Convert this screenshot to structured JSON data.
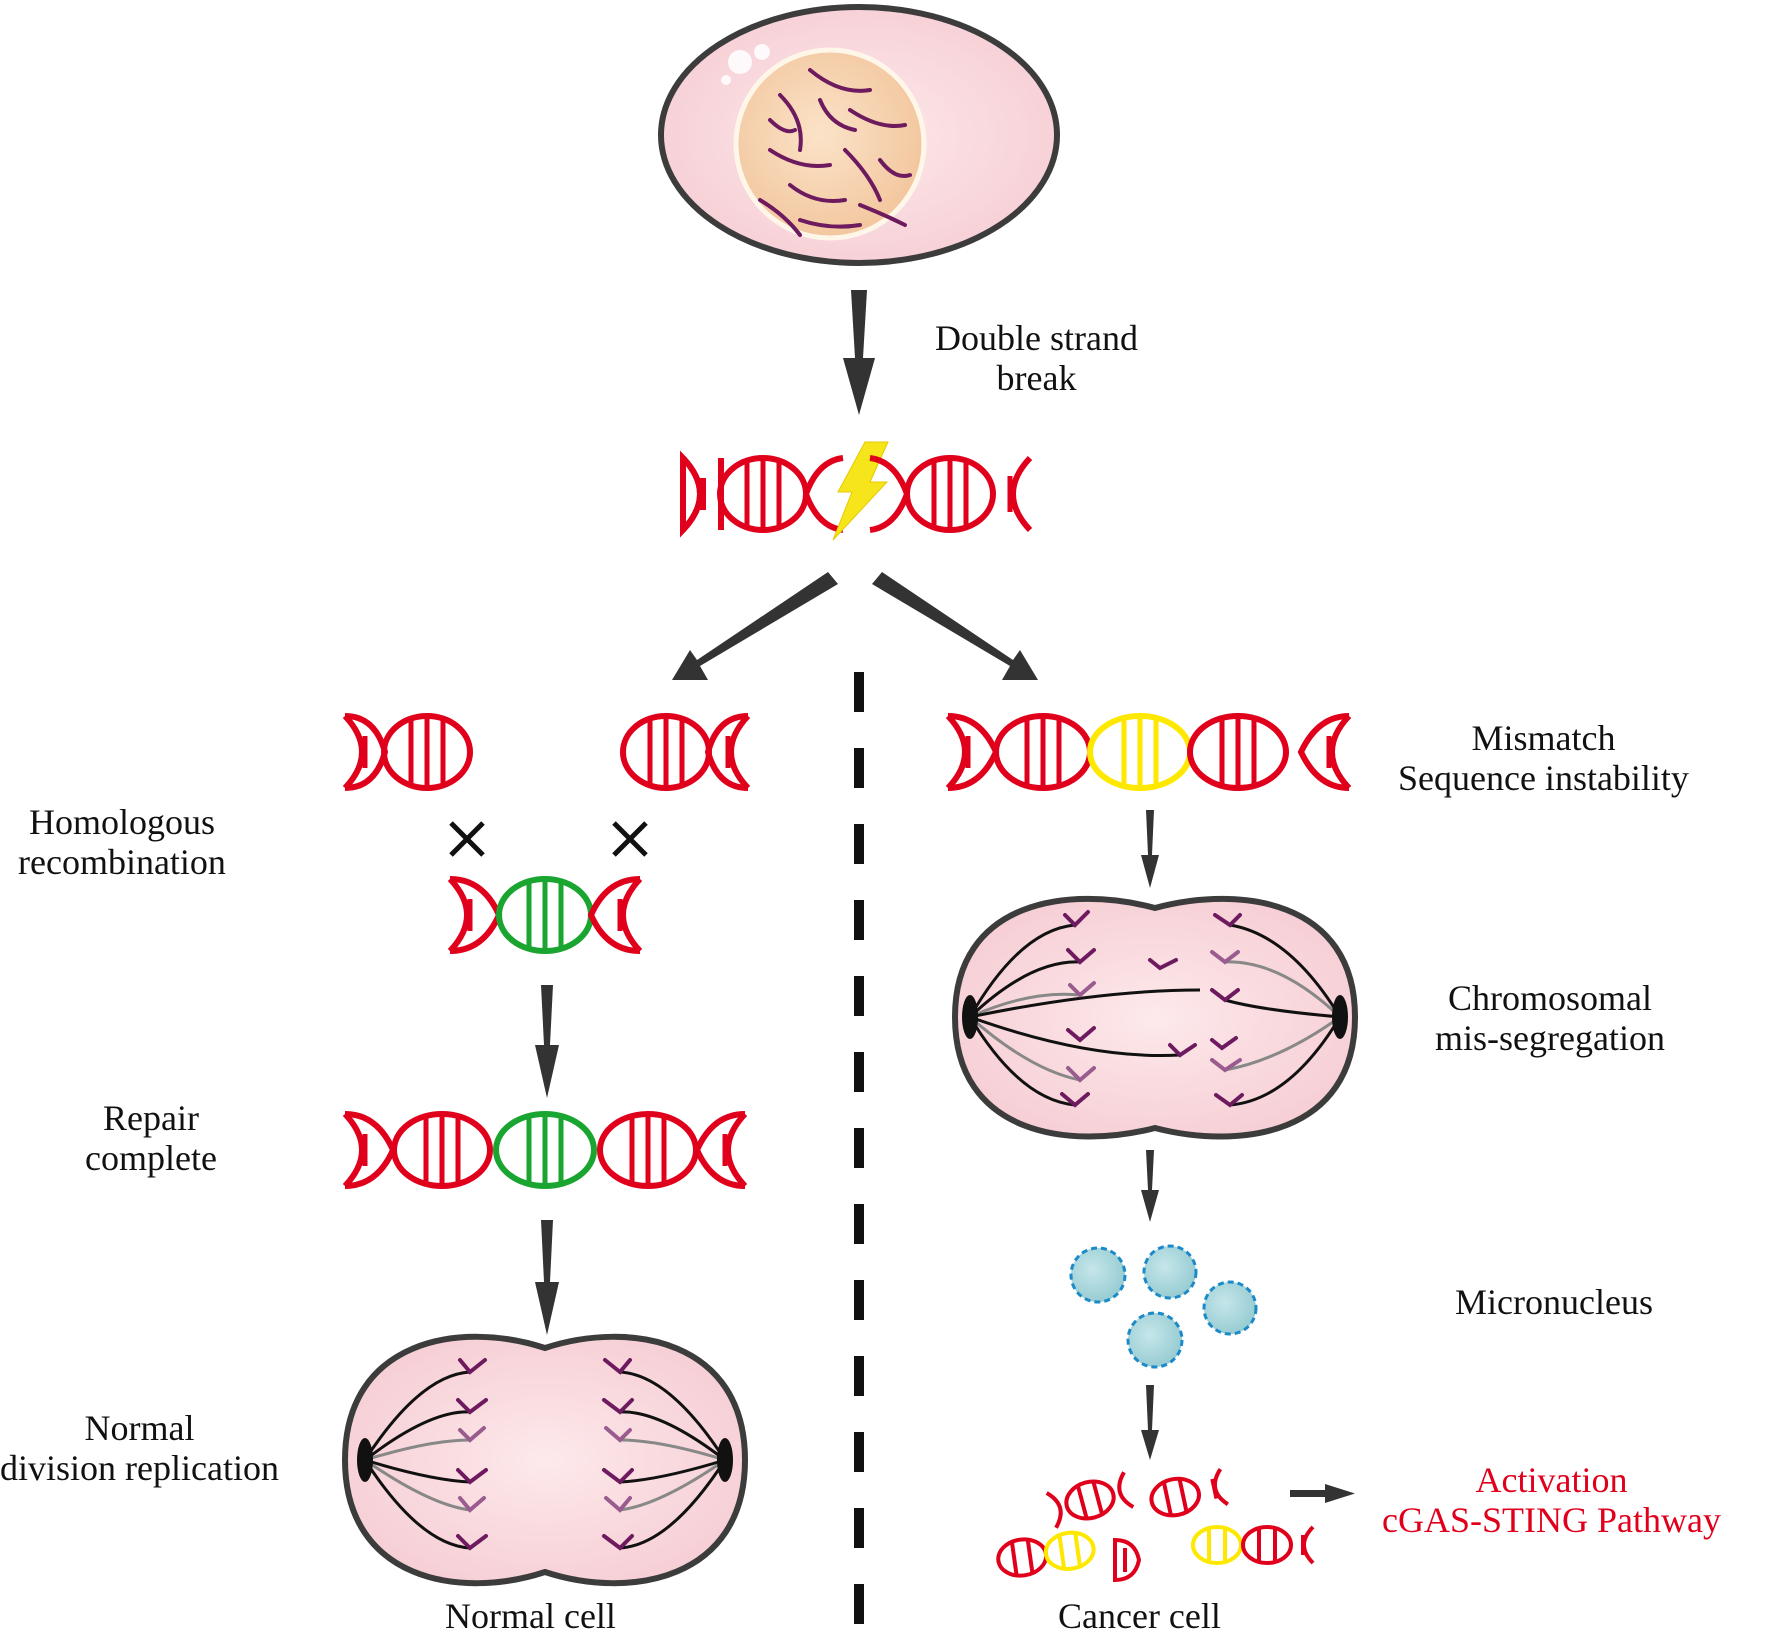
{
  "labels": {
    "double_strand_break": [
      "Double strand",
      "break"
    ],
    "homologous_recombination": [
      "Homologous",
      "recombination"
    ],
    "repair_complete": [
      "Repair",
      "complete"
    ],
    "normal_division": [
      "Normal",
      "division replication"
    ],
    "normal_cell": "Normal cell",
    "mismatch": [
      "Mismatch",
      "Sequence instability"
    ],
    "chromosomal": [
      "Chromosomal",
      "mis-segregation"
    ],
    "micronucleus": "Micronucleus",
    "cancer_cell": "Cancer cell",
    "activation": [
      "Activation",
      "cGAS-STING Pathway"
    ]
  },
  "colors": {
    "dna_normal": "#e0001b",
    "dna_repaired": "#1aa531",
    "dna_mismatch": "#ffe800",
    "lightning": "#f6e51a",
    "cell_fill": "#fbe0e3",
    "nucleus_fill": "#f7d3b2",
    "chromosome": "#6e1a5f",
    "micronucleus_fill": "#a9d7dc",
    "micronucleus_border": "#1c8ac9",
    "outline": "#3c3c3c",
    "activation_text": "#e0001b"
  },
  "icons": [
    "lightning-bolt-icon",
    "cross-mark-icon",
    "arrow-icon",
    "spindle-pole-icon"
  ]
}
